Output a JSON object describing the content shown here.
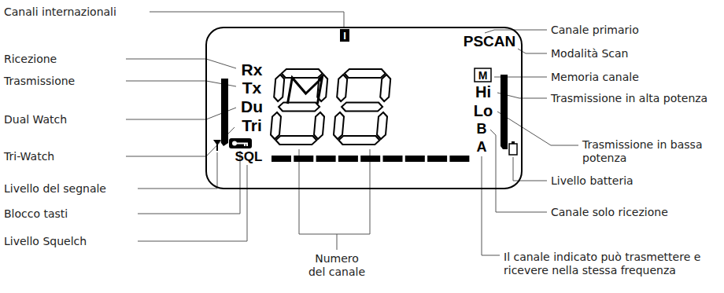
{
  "diagram": {
    "labels": [
      "Canali internazionali",
      "I",
      "PSCAN",
      "Rx",
      "Tx",
      "Du",
      "Tri",
      "SQL",
      "M",
      "Hi",
      "Lo",
      "B",
      "A",
      "Ricezione",
      "Trasmissione",
      "Dual Watch",
      "Tri-Watch",
      "Livello del segnale",
      "Blocco tasti",
      "Livello Squelch",
      "Numero del canale",
      "Canale primario",
      "Modalità Scan",
      "Memoria canale",
      "Trasmissione in alta potenza",
      "Trasmissione in bassa potenza",
      "Livello batteria",
      "Canale solo ricezione",
      "Il canale indicato può trasmettere e ricevere nella stessa frequenza"
    ]
  }
}
